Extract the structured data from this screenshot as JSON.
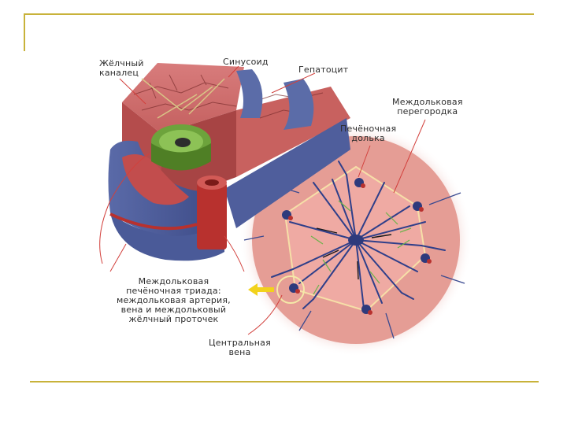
{
  "labels": {
    "bile_canaliculus": "Жёлчный\nканалец",
    "sinusoid": "Синусоид",
    "hepatocyte": "Гепатоцит",
    "interlobular_septum": "Междольковая\nперегородка",
    "hepatic_lobule": "Печёночная\nдолька",
    "portal_triad": "Междольковая\nпечёночная триада:\nмеждольковая артерия,\nвена и междольковый\nжёлчный проточек",
    "central_vein": "Центральная\nвена"
  },
  "colors": {
    "frame": "#c8b23a",
    "hepatocyte": "#c7585a",
    "vein_blue": "#4a5a98",
    "artery_red": "#b8312e",
    "bile_green": "#6da33c",
    "lobule_bg": "#e9a09a",
    "pointer": "#f2d21b"
  }
}
